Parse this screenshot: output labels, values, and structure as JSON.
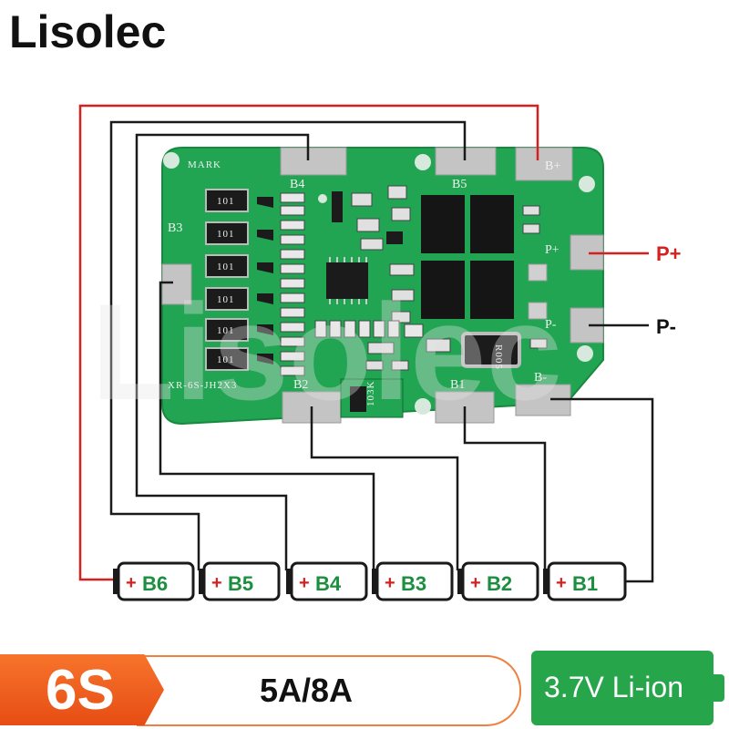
{
  "brand": "Lisolec",
  "watermark": "Lisolec",
  "board": {
    "mark_text": "MARK",
    "model_text": "XR-6S-JH2X3",
    "resistor_text": "R005",
    "chip_text": "103K",
    "pad_labels": {
      "b1": "B1",
      "b2": "B2",
      "b3": "B3",
      "b4": "B4",
      "b5": "B5",
      "bplus": "B+",
      "bminus": "B-",
      "pplus": "P+",
      "pminus": "P-"
    },
    "resistor_code": "101"
  },
  "outputs": {
    "p_plus": "P+",
    "p_minus": "P-"
  },
  "cells": [
    {
      "plus": "+",
      "label": "B6"
    },
    {
      "plus": "+",
      "label": "B5"
    },
    {
      "plus": "+",
      "label": "B4"
    },
    {
      "plus": "+",
      "label": "B3"
    },
    {
      "plus": "+",
      "label": "B2"
    },
    {
      "plus": "+",
      "label": "B1"
    }
  ],
  "footer": {
    "series": "6S",
    "current": "5A/8A",
    "chemistry": "3.7V Li-ion"
  },
  "colors": {
    "pcb": "#21a552",
    "pad": "#bfbfbf",
    "wire_red": "#d62020",
    "wire_black": "#1a1a1a",
    "cell_green": "#1a8f3e",
    "cell_plus": "#d61f1f",
    "orange": "#f26a22",
    "green_badge": "#26a54a"
  },
  "icons": {
    "cells": "battery-cell-icon"
  }
}
